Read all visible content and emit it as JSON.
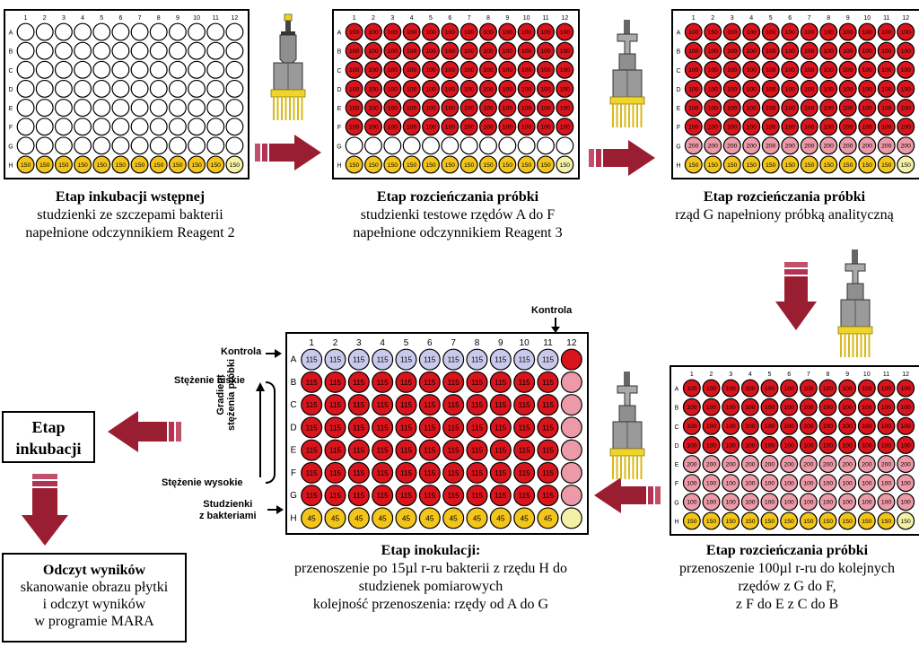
{
  "columns": [
    "1",
    "2",
    "3",
    "4",
    "5",
    "6",
    "7",
    "8",
    "9",
    "10",
    "11",
    "12"
  ],
  "rows": [
    "A",
    "B",
    "C",
    "D",
    "E",
    "F",
    "G",
    "H"
  ],
  "colors": {
    "red": "#d8141c",
    "white": "#ffffff",
    "yellow": "#f3c51a",
    "pale_yellow": "#f4f1a6",
    "pink": "#ec9aa8",
    "lavender": "#c9c9ec",
    "arrow": "#9a1e31"
  },
  "plates": [
    {
      "wells": [
        [
          "W",
          "W",
          "W",
          "W",
          "W",
          "W",
          "W",
          "W",
          "W",
          "W",
          "W",
          "W"
        ],
        [
          "W",
          "W",
          "W",
          "W",
          "W",
          "W",
          "W",
          "W",
          "W",
          "W",
          "W",
          "W"
        ],
        [
          "W",
          "W",
          "W",
          "W",
          "W",
          "W",
          "W",
          "W",
          "W",
          "W",
          "W",
          "W"
        ],
        [
          "W",
          "W",
          "W",
          "W",
          "W",
          "W",
          "W",
          "W",
          "W",
          "W",
          "W",
          "W"
        ],
        [
          "W",
          "W",
          "W",
          "W",
          "W",
          "W",
          "W",
          "W",
          "W",
          "W",
          "W",
          "W"
        ],
        [
          "W",
          "W",
          "W",
          "W",
          "W",
          "W",
          "W",
          "W",
          "W",
          "W",
          "W",
          "W"
        ],
        [
          "W",
          "W",
          "W",
          "W",
          "W",
          "W",
          "W",
          "W",
          "W",
          "W",
          "W",
          "W"
        ],
        [
          "Y",
          "Y",
          "Y",
          "Y",
          "Y",
          "Y",
          "Y",
          "Y",
          "Y",
          "Y",
          "Y",
          "L"
        ]
      ],
      "labels": [
        [
          "",
          "",
          "",
          "",
          "",
          "",
          "",
          "",
          "",
          "",
          "",
          ""
        ],
        [
          "",
          "",
          "",
          "",
          "",
          "",
          "",
          "",
          "",
          "",
          "",
          ""
        ],
        [
          "",
          "",
          "",
          "",
          "",
          "",
          "",
          "",
          "",
          "",
          "",
          ""
        ],
        [
          "",
          "",
          "",
          "",
          "",
          "",
          "",
          "",
          "",
          "",
          "",
          ""
        ],
        [
          "",
          "",
          "",
          "",
          "",
          "",
          "",
          "",
          "",
          "",
          "",
          ""
        ],
        [
          "",
          "",
          "",
          "",
          "",
          "",
          "",
          "",
          "",
          "",
          "",
          ""
        ],
        [
          "",
          "",
          "",
          "",
          "",
          "",
          "",
          "",
          "",
          "",
          "",
          ""
        ],
        [
          "150",
          "150",
          "150",
          "150",
          "150",
          "150",
          "150",
          "150",
          "150",
          "150",
          "150",
          "150"
        ]
      ]
    },
    {
      "wells": [
        [
          "R",
          "R",
          "R",
          "R",
          "R",
          "R",
          "R",
          "R",
          "R",
          "R",
          "R",
          "R"
        ],
        [
          "R",
          "R",
          "R",
          "R",
          "R",
          "R",
          "R",
          "R",
          "R",
          "R",
          "R",
          "R"
        ],
        [
          "R",
          "R",
          "R",
          "R",
          "R",
          "R",
          "R",
          "R",
          "R",
          "R",
          "R",
          "R"
        ],
        [
          "R",
          "R",
          "R",
          "R",
          "R",
          "R",
          "R",
          "R",
          "R",
          "R",
          "R",
          "R"
        ],
        [
          "R",
          "R",
          "R",
          "R",
          "R",
          "R",
          "R",
          "R",
          "R",
          "R",
          "R",
          "R"
        ],
        [
          "R",
          "R",
          "R",
          "R",
          "R",
          "R",
          "R",
          "R",
          "R",
          "R",
          "R",
          "R"
        ],
        [
          "W",
          "W",
          "W",
          "W",
          "W",
          "W",
          "W",
          "W",
          "W",
          "W",
          "W",
          "W"
        ],
        [
          "Y",
          "Y",
          "Y",
          "Y",
          "Y",
          "Y",
          "Y",
          "Y",
          "Y",
          "Y",
          "Y",
          "L"
        ]
      ],
      "labels": [
        [
          "100",
          "100",
          "100",
          "100",
          "100",
          "100",
          "100",
          "100",
          "100",
          "100",
          "100",
          "100"
        ],
        [
          "100",
          "100",
          "100",
          "100",
          "100",
          "100",
          "100",
          "100",
          "100",
          "100",
          "100",
          "100"
        ],
        [
          "100",
          "100",
          "100",
          "100",
          "100",
          "100",
          "100",
          "100",
          "100",
          "100",
          "100",
          "100"
        ],
        [
          "100",
          "100",
          "100",
          "100",
          "100",
          "100",
          "100",
          "100",
          "100",
          "100",
          "100",
          "100"
        ],
        [
          "100",
          "100",
          "100",
          "100",
          "100",
          "100",
          "100",
          "100",
          "100",
          "100",
          "100",
          "100"
        ],
        [
          "100",
          "100",
          "100",
          "100",
          "100",
          "100",
          "100",
          "100",
          "100",
          "100",
          "100",
          "100"
        ],
        [
          "",
          "",
          "",
          "",
          "",
          "",
          "",
          "",
          "",
          "",
          "",
          ""
        ],
        [
          "150",
          "150",
          "150",
          "150",
          "150",
          "150",
          "150",
          "150",
          "150",
          "150",
          "150",
          "150"
        ]
      ]
    },
    {
      "wells": [
        [
          "R",
          "R",
          "R",
          "R",
          "R",
          "R",
          "R",
          "R",
          "R",
          "R",
          "R",
          "R"
        ],
        [
          "R",
          "R",
          "R",
          "R",
          "R",
          "R",
          "R",
          "R",
          "R",
          "R",
          "R",
          "R"
        ],
        [
          "R",
          "R",
          "R",
          "R",
          "R",
          "R",
          "R",
          "R",
          "R",
          "R",
          "R",
          "R"
        ],
        [
          "R",
          "R",
          "R",
          "R",
          "R",
          "R",
          "R",
          "R",
          "R",
          "R",
          "R",
          "R"
        ],
        [
          "R",
          "R",
          "R",
          "R",
          "R",
          "R",
          "R",
          "R",
          "R",
          "R",
          "R",
          "R"
        ],
        [
          "R",
          "R",
          "R",
          "R",
          "R",
          "R",
          "R",
          "R",
          "R",
          "R",
          "R",
          "R"
        ],
        [
          "P",
          "P",
          "P",
          "P",
          "P",
          "P",
          "P",
          "P",
          "P",
          "P",
          "P",
          "P"
        ],
        [
          "Y",
          "Y",
          "Y",
          "Y",
          "Y",
          "Y",
          "Y",
          "Y",
          "Y",
          "Y",
          "Y",
          "L"
        ]
      ],
      "labels": [
        [
          "100",
          "150",
          "100",
          "100",
          "100",
          "100",
          "100",
          "100",
          "100",
          "100",
          "100",
          "100"
        ],
        [
          "100",
          "100",
          "100",
          "100",
          "100",
          "100",
          "100",
          "100",
          "100",
          "100",
          "100",
          "100"
        ],
        [
          "100",
          "100",
          "100",
          "100",
          "100",
          "100",
          "100",
          "100",
          "100",
          "100",
          "100",
          "100"
        ],
        [
          "100",
          "100",
          "100",
          "100",
          "100",
          "100",
          "100",
          "100",
          "100",
          "100",
          "100",
          "100"
        ],
        [
          "100",
          "100",
          "100",
          "100",
          "100",
          "100",
          "100",
          "100",
          "100",
          "100",
          "100",
          "100"
        ],
        [
          "100",
          "100",
          "100",
          "100",
          "100",
          "100",
          "100",
          "100",
          "100",
          "100",
          "100",
          "100"
        ],
        [
          "200",
          "200",
          "200",
          "200",
          "200",
          "200",
          "200",
          "200",
          "200",
          "200",
          "200",
          "200"
        ],
        [
          "150",
          "150",
          "150",
          "150",
          "150",
          "150",
          "150",
          "150",
          "150",
          "150",
          "150",
          "150"
        ]
      ]
    },
    {
      "wells": [
        [
          "R",
          "R",
          "R",
          "R",
          "R",
          "R",
          "R",
          "R",
          "R",
          "R",
          "R",
          "R"
        ],
        [
          "R",
          "R",
          "R",
          "R",
          "R",
          "R",
          "R",
          "R",
          "R",
          "R",
          "R",
          "R"
        ],
        [
          "R",
          "R",
          "R",
          "R",
          "R",
          "R",
          "R",
          "R",
          "R",
          "R",
          "R",
          "R"
        ],
        [
          "R",
          "R",
          "R",
          "R",
          "R",
          "R",
          "R",
          "R",
          "R",
          "R",
          "R",
          "R"
        ],
        [
          "P",
          "P",
          "P",
          "P",
          "P",
          "P",
          "P",
          "P",
          "P",
          "P",
          "P",
          "P"
        ],
        [
          "P",
          "P",
          "P",
          "P",
          "P",
          "P",
          "P",
          "P",
          "P",
          "P",
          "P",
          "P"
        ],
        [
          "P",
          "P",
          "P",
          "P",
          "P",
          "P",
          "P",
          "P",
          "P",
          "P",
          "P",
          "P"
        ],
        [
          "Y",
          "Y",
          "Y",
          "Y",
          "Y",
          "Y",
          "Y",
          "Y",
          "Y",
          "Y",
          "Y",
          "L"
        ]
      ],
      "labels": [
        [
          "100",
          "100",
          "100",
          "100",
          "100",
          "100",
          "100",
          "100",
          "100",
          "100",
          "100",
          "100"
        ],
        [
          "100",
          "100",
          "100",
          "100",
          "100",
          "100",
          "100",
          "100",
          "100",
          "100",
          "100",
          "100"
        ],
        [
          "100",
          "100",
          "100",
          "100",
          "100",
          "100",
          "100",
          "100",
          "100",
          "100",
          "100",
          "100"
        ],
        [
          "100",
          "100",
          "100",
          "100",
          "100",
          "100",
          "100",
          "100",
          "100",
          "100",
          "100",
          "100"
        ],
        [
          "200",
          "200",
          "200",
          "200",
          "200",
          "200",
          "200",
          "200",
          "200",
          "200",
          "200",
          "200"
        ],
        [
          "100",
          "100",
          "100",
          "100",
          "100",
          "100",
          "100",
          "100",
          "100",
          "100",
          "100",
          "100"
        ],
        [
          "100",
          "100",
          "100",
          "100",
          "100",
          "100",
          "100",
          "100",
          "100",
          "100",
          "100",
          "100"
        ],
        [
          "150",
          "150",
          "150",
          "150",
          "150",
          "150",
          "150",
          "150",
          "150",
          "150",
          "150",
          "150"
        ]
      ]
    },
    {
      "wells": [
        [
          "V",
          "V",
          "V",
          "V",
          "V",
          "V",
          "V",
          "V",
          "V",
          "V",
          "V",
          "R"
        ],
        [
          "R",
          "R",
          "R",
          "R",
          "R",
          "R",
          "R",
          "R",
          "R",
          "R",
          "R",
          "P"
        ],
        [
          "R",
          "R",
          "R",
          "R",
          "R",
          "R",
          "R",
          "R",
          "R",
          "R",
          "R",
          "P"
        ],
        [
          "R",
          "R",
          "R",
          "R",
          "R",
          "R",
          "R",
          "R",
          "R",
          "R",
          "R",
          "P"
        ],
        [
          "R",
          "R",
          "R",
          "R",
          "R",
          "R",
          "R",
          "R",
          "R",
          "R",
          "R",
          "P"
        ],
        [
          "R",
          "R",
          "R",
          "R",
          "R",
          "R",
          "R",
          "R",
          "R",
          "R",
          "R",
          "P"
        ],
        [
          "R",
          "R",
          "R",
          "R",
          "R",
          "R",
          "R",
          "R",
          "R",
          "R",
          "R",
          "P"
        ],
        [
          "Y",
          "Y",
          "Y",
          "Y",
          "Y",
          "Y",
          "Y",
          "Y",
          "Y",
          "Y",
          "Y",
          "L"
        ]
      ],
      "labels": [
        [
          "115",
          "115",
          "115",
          "115",
          "115",
          "115",
          "115",
          "115",
          "115",
          "115",
          "115",
          ""
        ],
        [
          "115",
          "115",
          "115",
          "115",
          "115",
          "115",
          "115",
          "115",
          "115",
          "115",
          "115",
          ""
        ],
        [
          "115",
          "115",
          "115",
          "115",
          "115",
          "115",
          "115",
          "115",
          "115",
          "115",
          "115",
          ""
        ],
        [
          "115",
          "115",
          "115",
          "115",
          "115",
          "115",
          "115",
          "115",
          "115",
          "115",
          "115",
          ""
        ],
        [
          "115",
          "115",
          "115",
          "115",
          "115",
          "115",
          "115",
          "115",
          "115",
          "115",
          "115",
          ""
        ],
        [
          "115",
          "115",
          "115",
          "115",
          "115",
          "115",
          "115",
          "115",
          "115",
          "115",
          "115",
          ""
        ],
        [
          "115",
          "115",
          "115",
          "115",
          "115",
          "115",
          "115",
          "115",
          "115",
          "115",
          "115",
          ""
        ],
        [
          "45",
          "45",
          "45",
          "45",
          "45",
          "45",
          "45",
          "45",
          "45",
          "45",
          "45",
          ""
        ]
      ]
    }
  ],
  "captions": {
    "s1": {
      "title": "Etap inkubacji wstępnej",
      "l1": "studzienki ze szczepami bakterii",
      "l2": "napełnione odczynnikiem Reagent 2"
    },
    "s2": {
      "title": "Etap rozcieńczania próbki",
      "l1": "studzienki testowe rzędów A do F",
      "l2": "napełnione odczynnikiem Reagent 3"
    },
    "s3": {
      "title": "Etap rozcieńczania próbki",
      "l1": "rząd G napełniony próbką analityczną"
    },
    "s4": {
      "title": "Etap rozcieńczania próbki",
      "l1": "przenoszenie 100µl r-ru do kolejnych",
      "l2": "rzędów z G do F,",
      "l3": "z F do E z C do B"
    },
    "s5": {
      "title": "Etap inokulacji:",
      "l1": "przenoszenie po 15µl r-ru bakterii z rzędu H do",
      "l2": "studzienek pomiarowych",
      "l3": "kolejność przenoszenia: rzędy od A do G"
    }
  },
  "incubation_box": {
    "l1": "Etap",
    "l2": "inkubacji"
  },
  "result_box": {
    "title": "Odczyt wyników",
    "l1": "skanowanie obrazu płytki",
    "l2": "i odczyt wyników",
    "l3": "w programie MARA"
  },
  "plate5_labels": {
    "kontrola_top": "Kontrola",
    "kontrola_left": "Kontrola",
    "low": "Stężenie niskie",
    "high": "Stężenie wysokie",
    "gradient_1": "Gradient",
    "gradient_2": "stężenia próbki",
    "bacteria_1": "Studzienki",
    "bacteria_2": "z bakteriami"
  }
}
